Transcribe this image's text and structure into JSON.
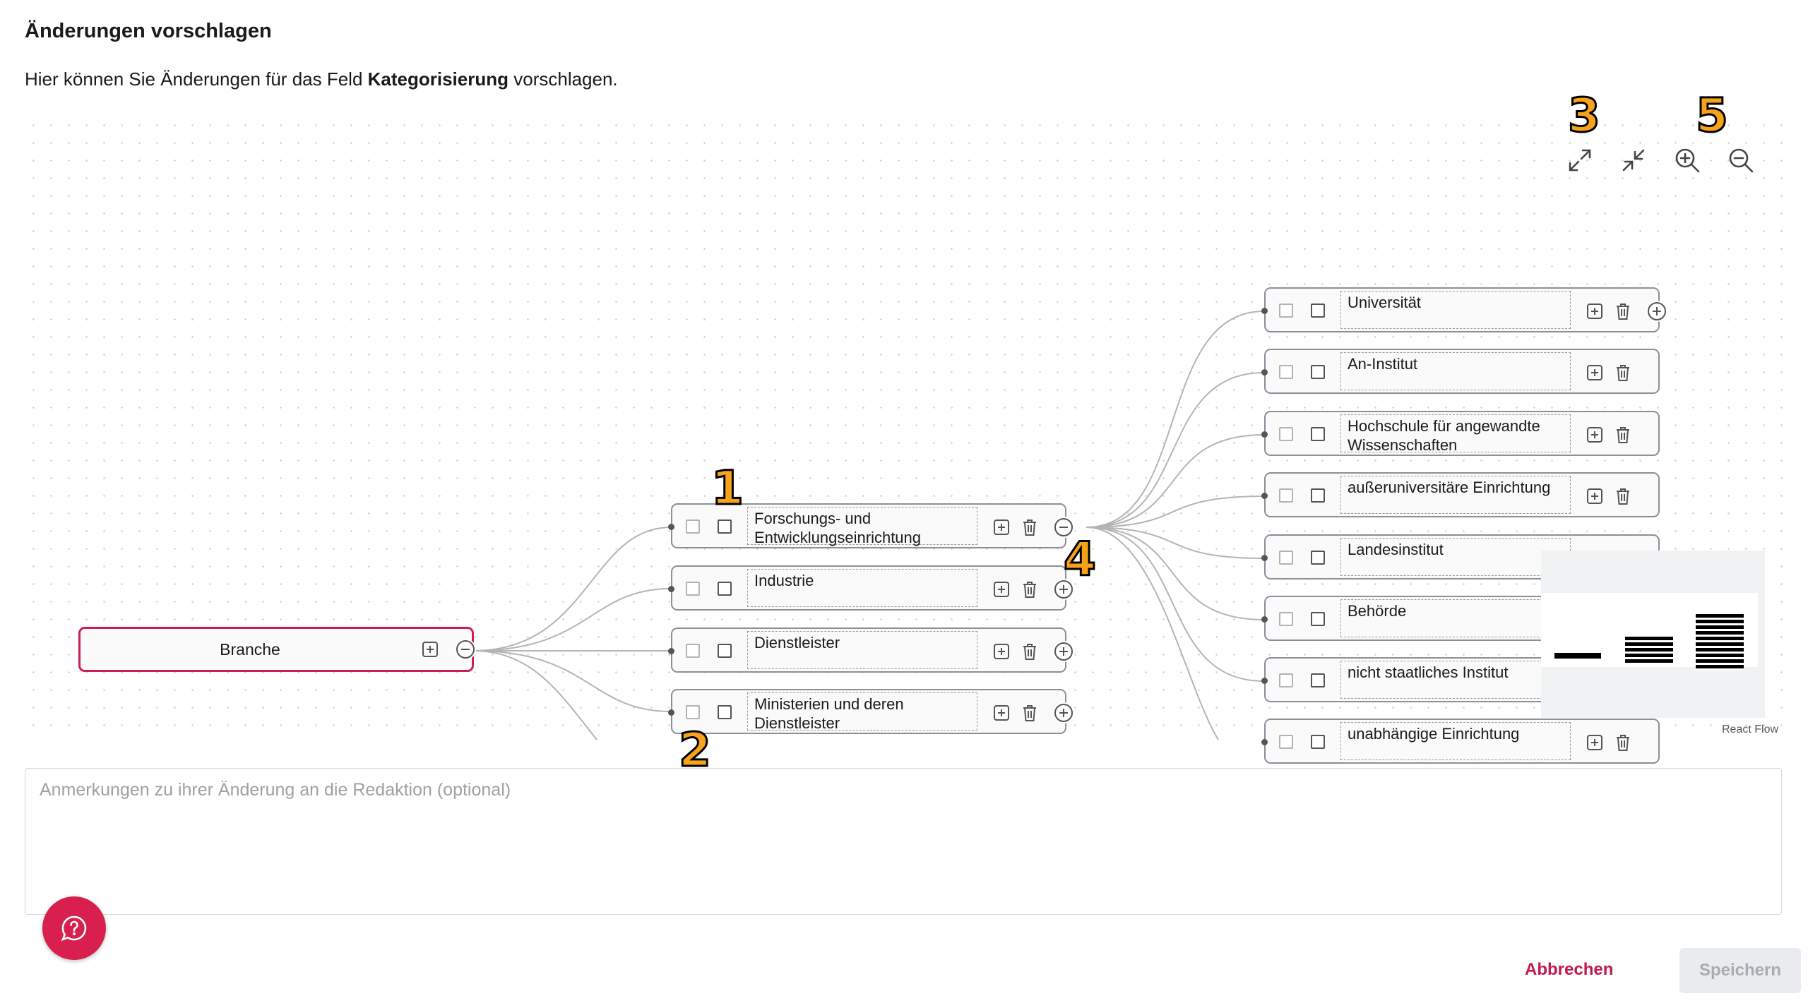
{
  "dialog": {
    "title": "Änderungen vorschlagen",
    "intro_before": "Hier können Sie Änderungen für das Feld ",
    "intro_field": "Kategorisierung",
    "intro_after": " vorschlagen."
  },
  "controls": {
    "expand_icon": "expand-icon",
    "collapse_icon": "collapse-icon",
    "zoom_in_icon": "zoom-in-icon",
    "zoom_out_icon": "zoom-out-icon"
  },
  "badges": {
    "b1": "1",
    "b2": "2",
    "b3": "3",
    "b4": "4",
    "b5": "5"
  },
  "tree": {
    "root": {
      "label": "Branche"
    },
    "level1": [
      {
        "label": "Forschungs- und Entwicklungseinrichtung"
      },
      {
        "label": "Industrie"
      },
      {
        "label": "Dienstleister"
      },
      {
        "label": "Ministerien und deren Dienstleister"
      }
    ],
    "level2": [
      {
        "label": "Universität"
      },
      {
        "label": "An-Institut"
      },
      {
        "label": "Hochschule für angewandte Wissenschaften"
      },
      {
        "label": "außeruniversitäre Einrichtung"
      },
      {
        "label": "Landesinstitut"
      },
      {
        "label": "Behörde"
      },
      {
        "label": "nicht staatliches Institut"
      },
      {
        "label": "unabhängige Einrichtung"
      }
    ]
  },
  "minimap": {
    "attribution": "React Flow"
  },
  "notes": {
    "placeholder": "Anmerkungen zu ihrer Änderung an die Redaktion (optional)",
    "value": ""
  },
  "actions": {
    "cancel_label": "Abbrechen",
    "save_label": "Speichern"
  },
  "colors": {
    "accent": "#cc1f4f",
    "help_button": "#d91f4e",
    "badge": "#f6a21a"
  }
}
